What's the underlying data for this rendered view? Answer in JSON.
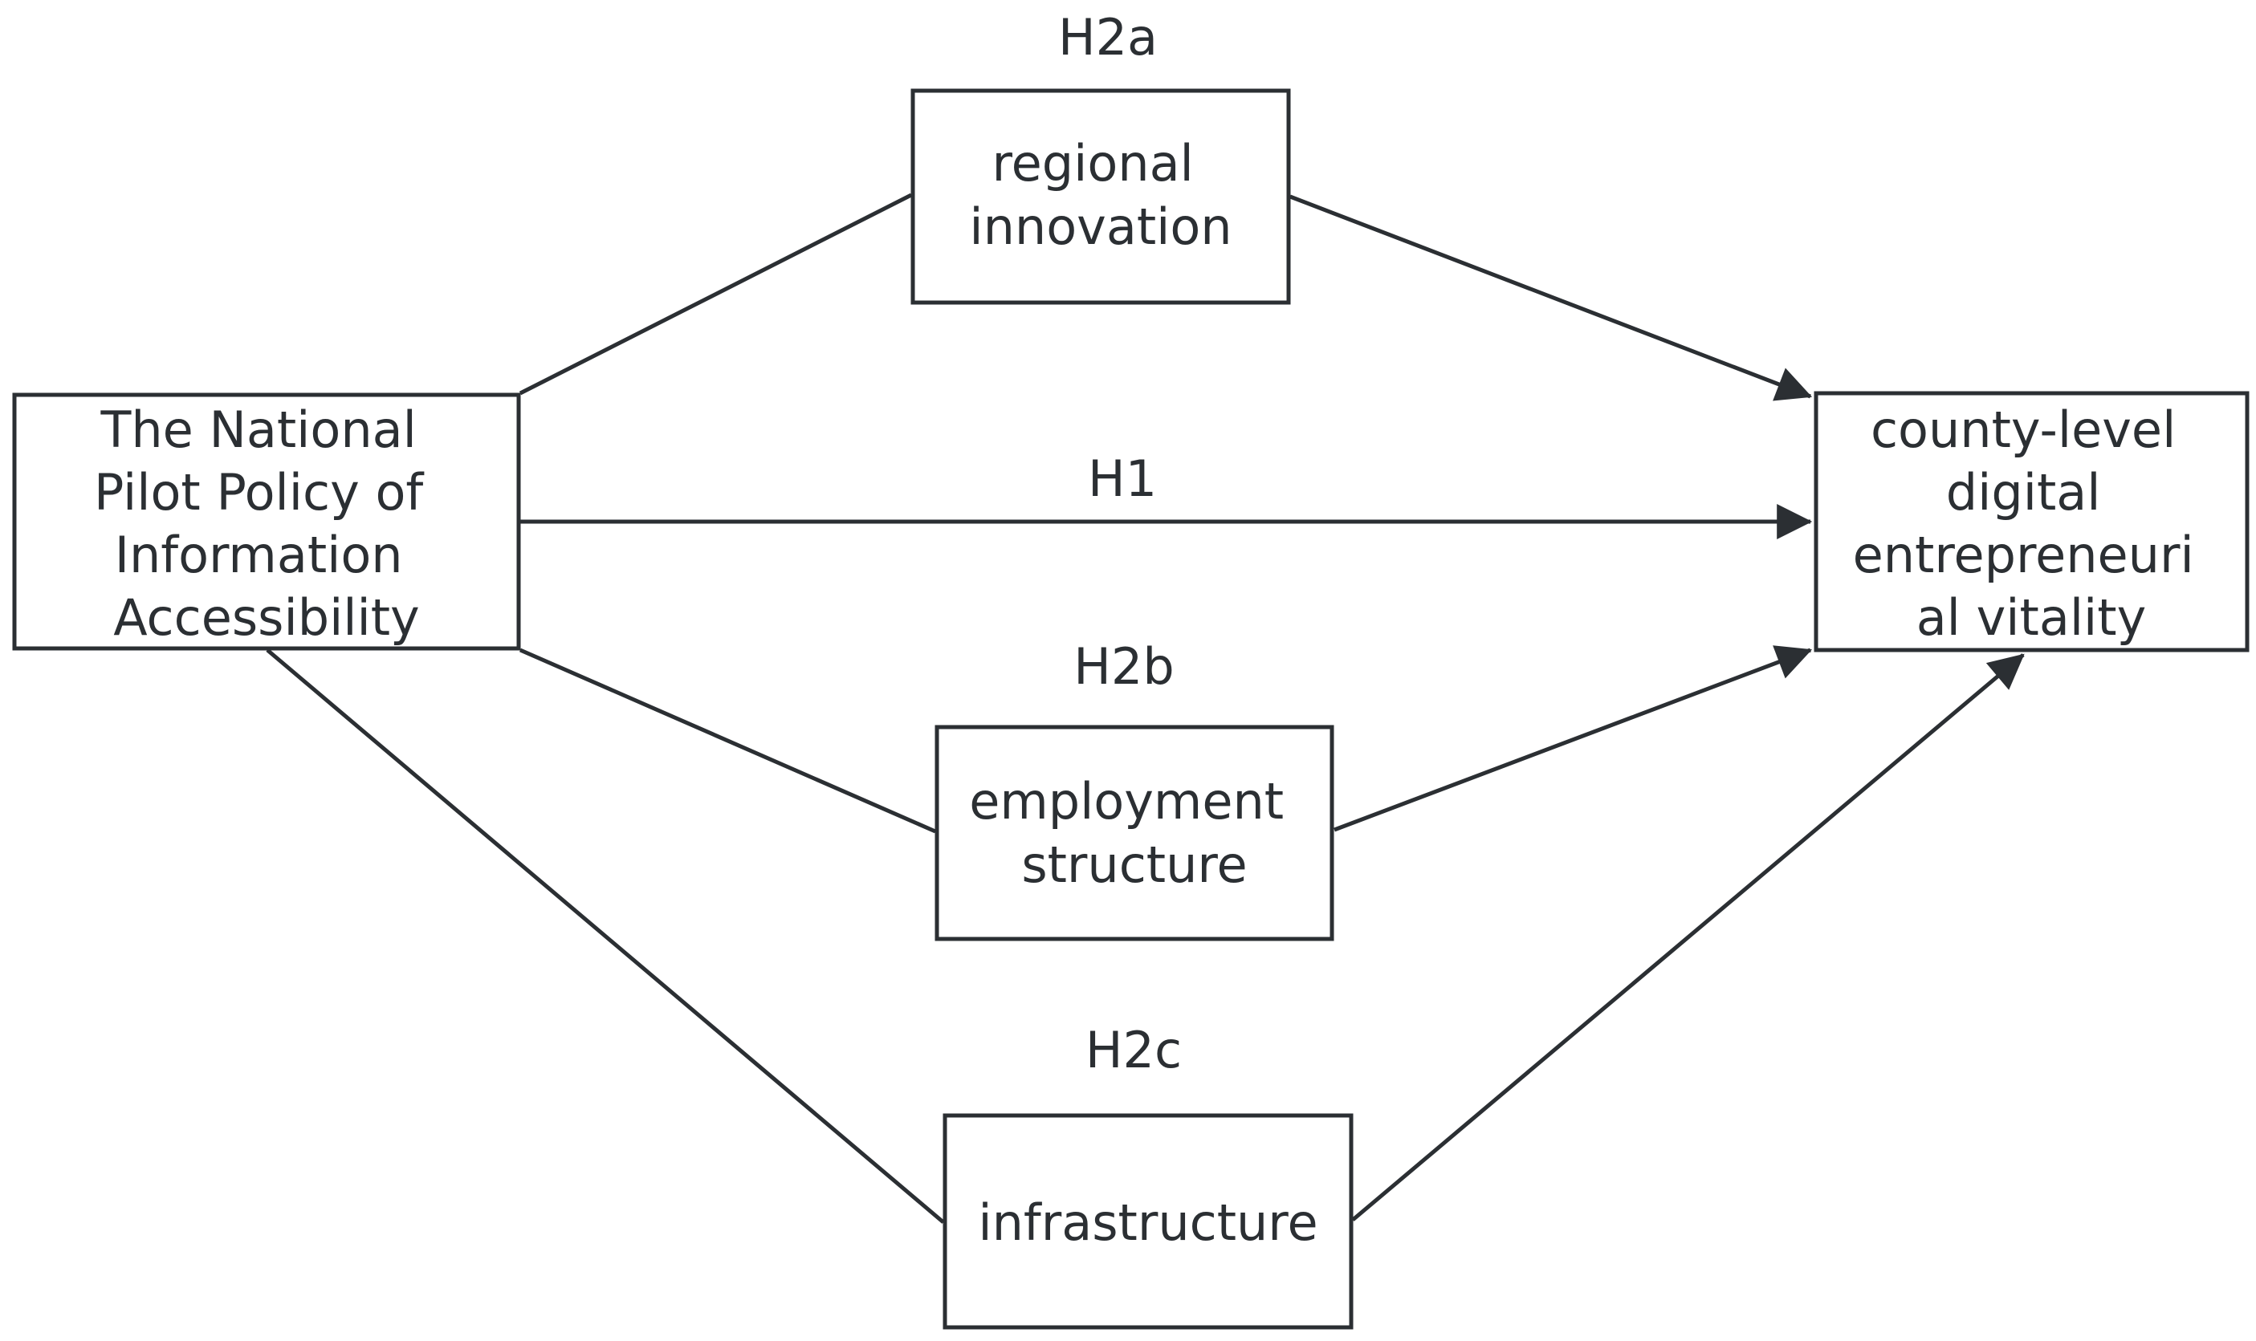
{
  "nodes": {
    "policy": {
      "lines": [
        "The National",
        "Pilot Policy of",
        "Information",
        "Accessibility"
      ]
    },
    "regional_innovation": {
      "lines": [
        "regional",
        "innovation"
      ]
    },
    "employment_structure": {
      "lines": [
        "employment",
        "structure"
      ]
    },
    "infrastructure": {
      "lines": [
        "infrastructure"
      ]
    },
    "outcome": {
      "lines": [
        "county-level",
        "digital",
        "entrepreneuri",
        "al vitality"
      ]
    }
  },
  "hypotheses": {
    "h1": "H1",
    "h2a": "H2a",
    "h2b": "H2b",
    "h2c": "H2c"
  },
  "colors": {
    "stroke": "#2b2f33",
    "background": "#ffffff"
  }
}
